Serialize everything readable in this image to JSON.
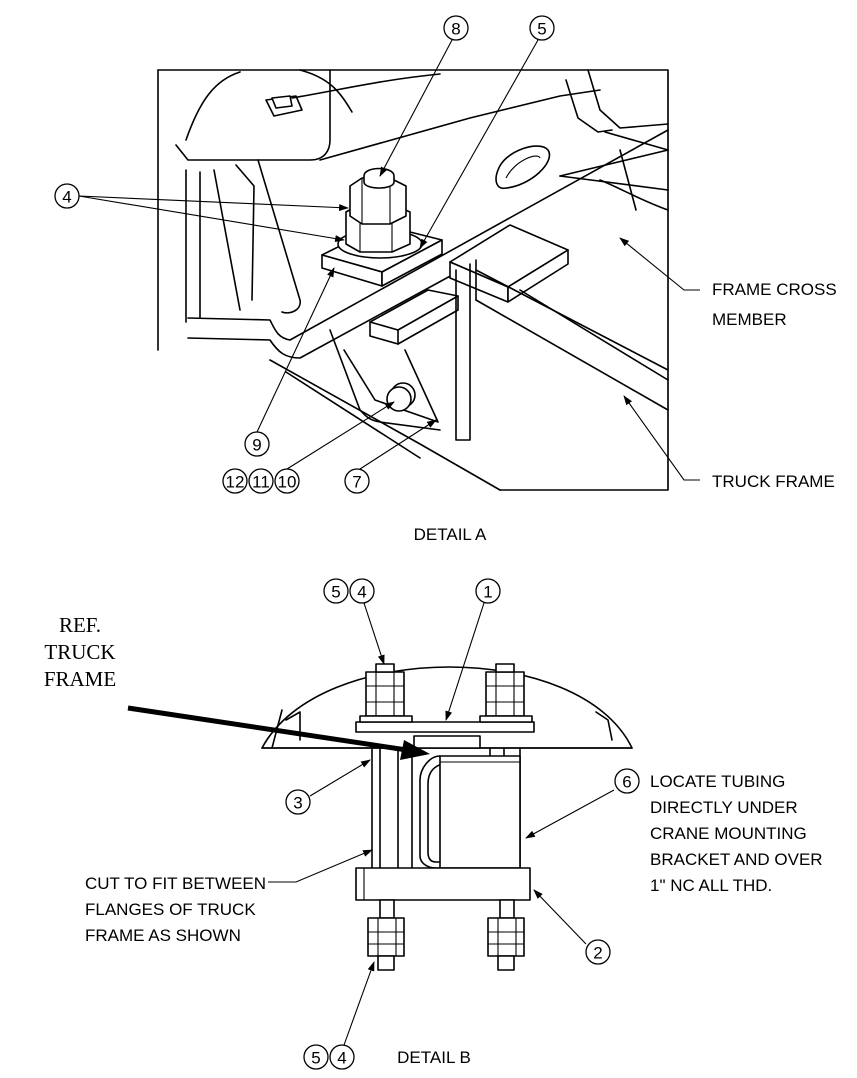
{
  "detail_a": {
    "caption": "DETAIL A",
    "balloons": [
      "8",
      "5",
      "4",
      "9",
      "12",
      "11",
      "10",
      "7"
    ],
    "notes": {
      "frame_cross_member": [
        "FRAME CROSS",
        "MEMBER"
      ],
      "truck_frame": "TRUCK FRAME"
    }
  },
  "detail_b": {
    "caption": "DETAIL B",
    "balloons": [
      "5",
      "4",
      "1",
      "3",
      "6",
      "2",
      "5",
      "4"
    ],
    "ref_label": [
      "REF.",
      "TRUCK",
      "FRAME"
    ],
    "notes": {
      "tubing": [
        "LOCATE TUBING",
        "DIRECTLY UNDER",
        "CRANE MOUNTING",
        "BRACKET AND OVER",
        "1\" NC ALL THD."
      ],
      "cut_to_fit": [
        "CUT TO FIT BETWEEN",
        "FLANGES OF TRUCK",
        "FRAME AS SHOWN"
      ]
    }
  }
}
